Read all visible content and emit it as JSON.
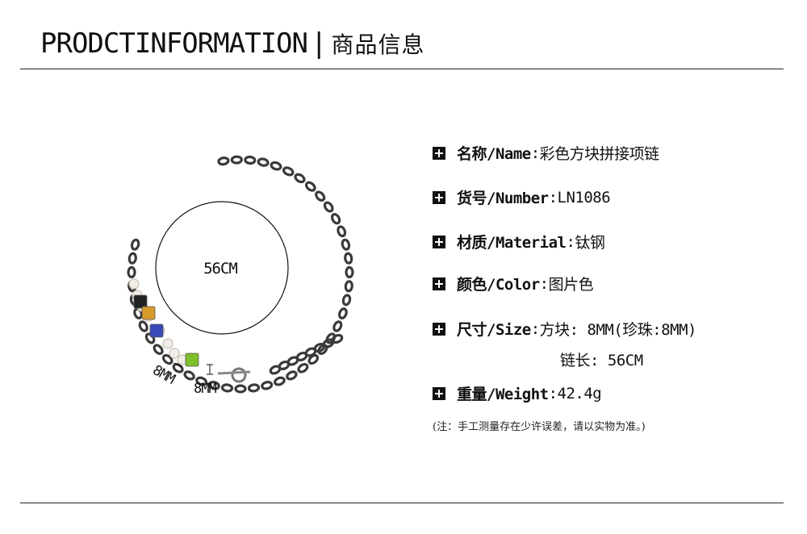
{
  "header": {
    "title_en": "PRODCTINFORMATION",
    "separator": "|",
    "title_cn": "商品信息"
  },
  "figure": {
    "diameter_label": "56CM",
    "pearl_size_label": "8MM",
    "block_size_label": "8MM",
    "chain_color": "#3a3a3a",
    "pearl_color": "#f2ede6",
    "block_colors": [
      "#222222",
      "#d59a2a",
      "#3b48b8",
      "#7fbf2a"
    ]
  },
  "specs": [
    {
      "label": "名称/Name",
      "colon": ":",
      "value": "彩色方块拼接项链"
    },
    {
      "label": "货号/Number",
      "colon": ":",
      "value": "LN1086"
    },
    {
      "label": "材质/Material",
      "colon": ":",
      "value": " 钛钢"
    },
    {
      "label": "颜色/Color",
      "colon": ":",
      "value": "图片色"
    },
    {
      "label": "尺寸/Size",
      "colon": ":",
      "value": "方块: 8MM(珍珠:8MM)",
      "value2": "链长: 56CM"
    },
    {
      "label": "重量/Weight",
      "colon": ":",
      "value": "42.4g"
    }
  ],
  "note": "(注：手工测量存在少许误差，请以实物为准。)"
}
